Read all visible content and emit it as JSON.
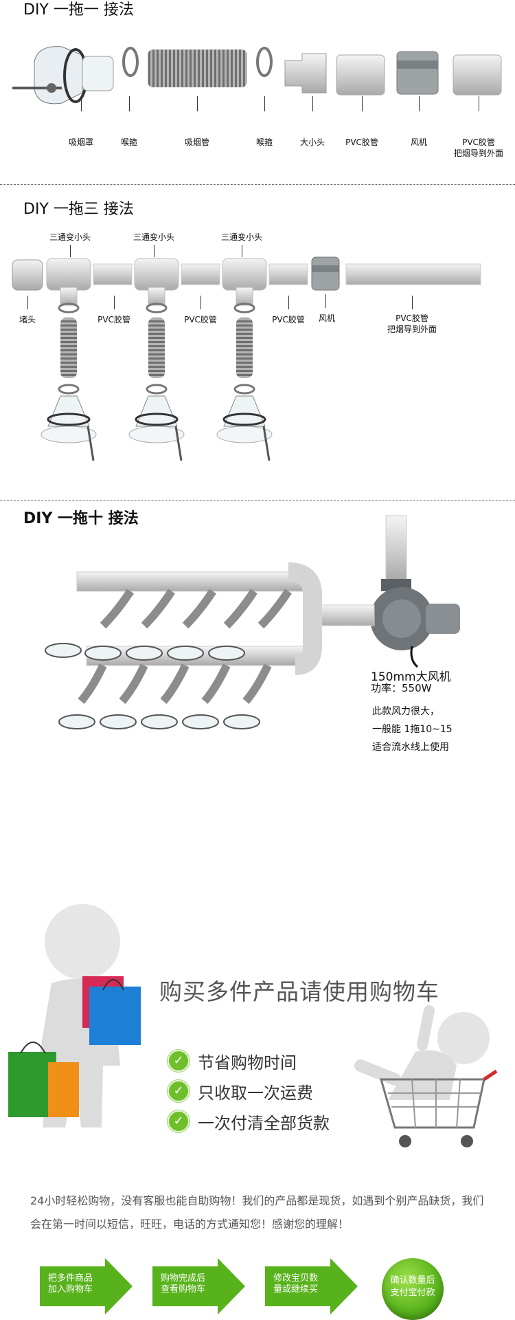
{
  "section1": {
    "title": "DIY  一拖一 接法",
    "labels": [
      "吸烟罩",
      "喉箍",
      "吸烟管",
      "喉箍",
      "大小头",
      "PVC胶管",
      "风机",
      "PVC胶管",
      "把烟导到外面"
    ]
  },
  "section2": {
    "title": "DIY  一拖三 接法",
    "tee_label": "三通变小头",
    "labels": [
      "堵头",
      "PVC胶管",
      "PVC胶管",
      "PVC胶管",
      "风机",
      "PVC胶管",
      "把烟导到外面"
    ]
  },
  "section3": {
    "title": "DIY  一拖十 接法",
    "fan_model": "150mm大风机",
    "fan_power": "功率：550W",
    "note_lines": [
      "此款风力很大，",
      "一般能 1拖10~15",
      "适合流水线上使用"
    ]
  },
  "cart": {
    "title": "购买多件产品请使用购物车",
    "bullets": [
      "节省购物时间",
      "只收取一次运费",
      "一次付清全部货款"
    ],
    "notice": "24小时轻松购物，没有客服也能自助购物！我们的产品都是现货，如遇到个别产品缺货，我们会在第一时间以短信，旺旺，电话的方式通知您！感谢您的理解！",
    "steps": [
      {
        "line1": "把多件商品",
        "line2": "加入购物车"
      },
      {
        "line1": "购物完成后",
        "line2": "查看购物车"
      },
      {
        "line1": "修改宝贝数",
        "line2": "量或继续买"
      }
    ],
    "final_step": {
      "line1": "确认数量后",
      "line2": "支付宝付款"
    }
  },
  "colors": {
    "accent_green": "#6fbf2a",
    "pvc_grey": "#cfcfcf",
    "fan_grey": "#6f7478"
  }
}
